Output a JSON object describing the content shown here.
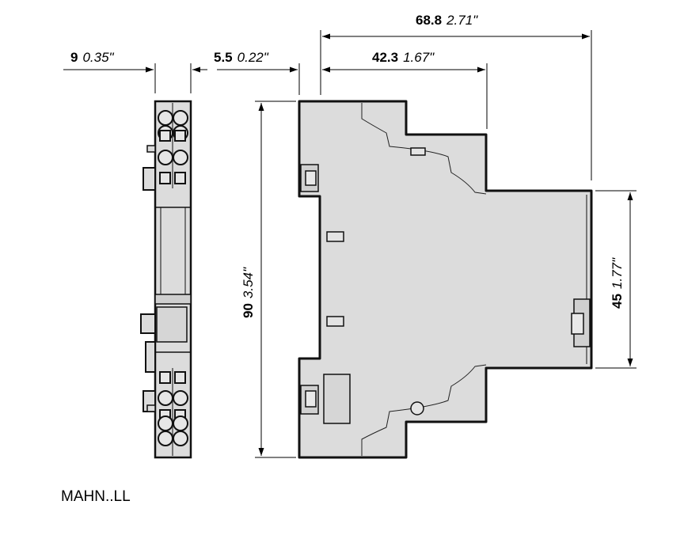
{
  "dimensions": {
    "width_total": {
      "mm": "68.8",
      "inch": "2.71\""
    },
    "width_partial": {
      "mm": "42.3",
      "inch": "1.67\""
    },
    "side_width": {
      "mm": "9",
      "inch": "0.35\""
    },
    "gap": {
      "mm": "5.5",
      "inch": "0.22\""
    },
    "height_total": {
      "mm": "90",
      "inch": "3.54\""
    },
    "height_partial": {
      "mm": "45",
      "inch": "1.77\""
    }
  },
  "model_label": "MAHN..LL"
}
